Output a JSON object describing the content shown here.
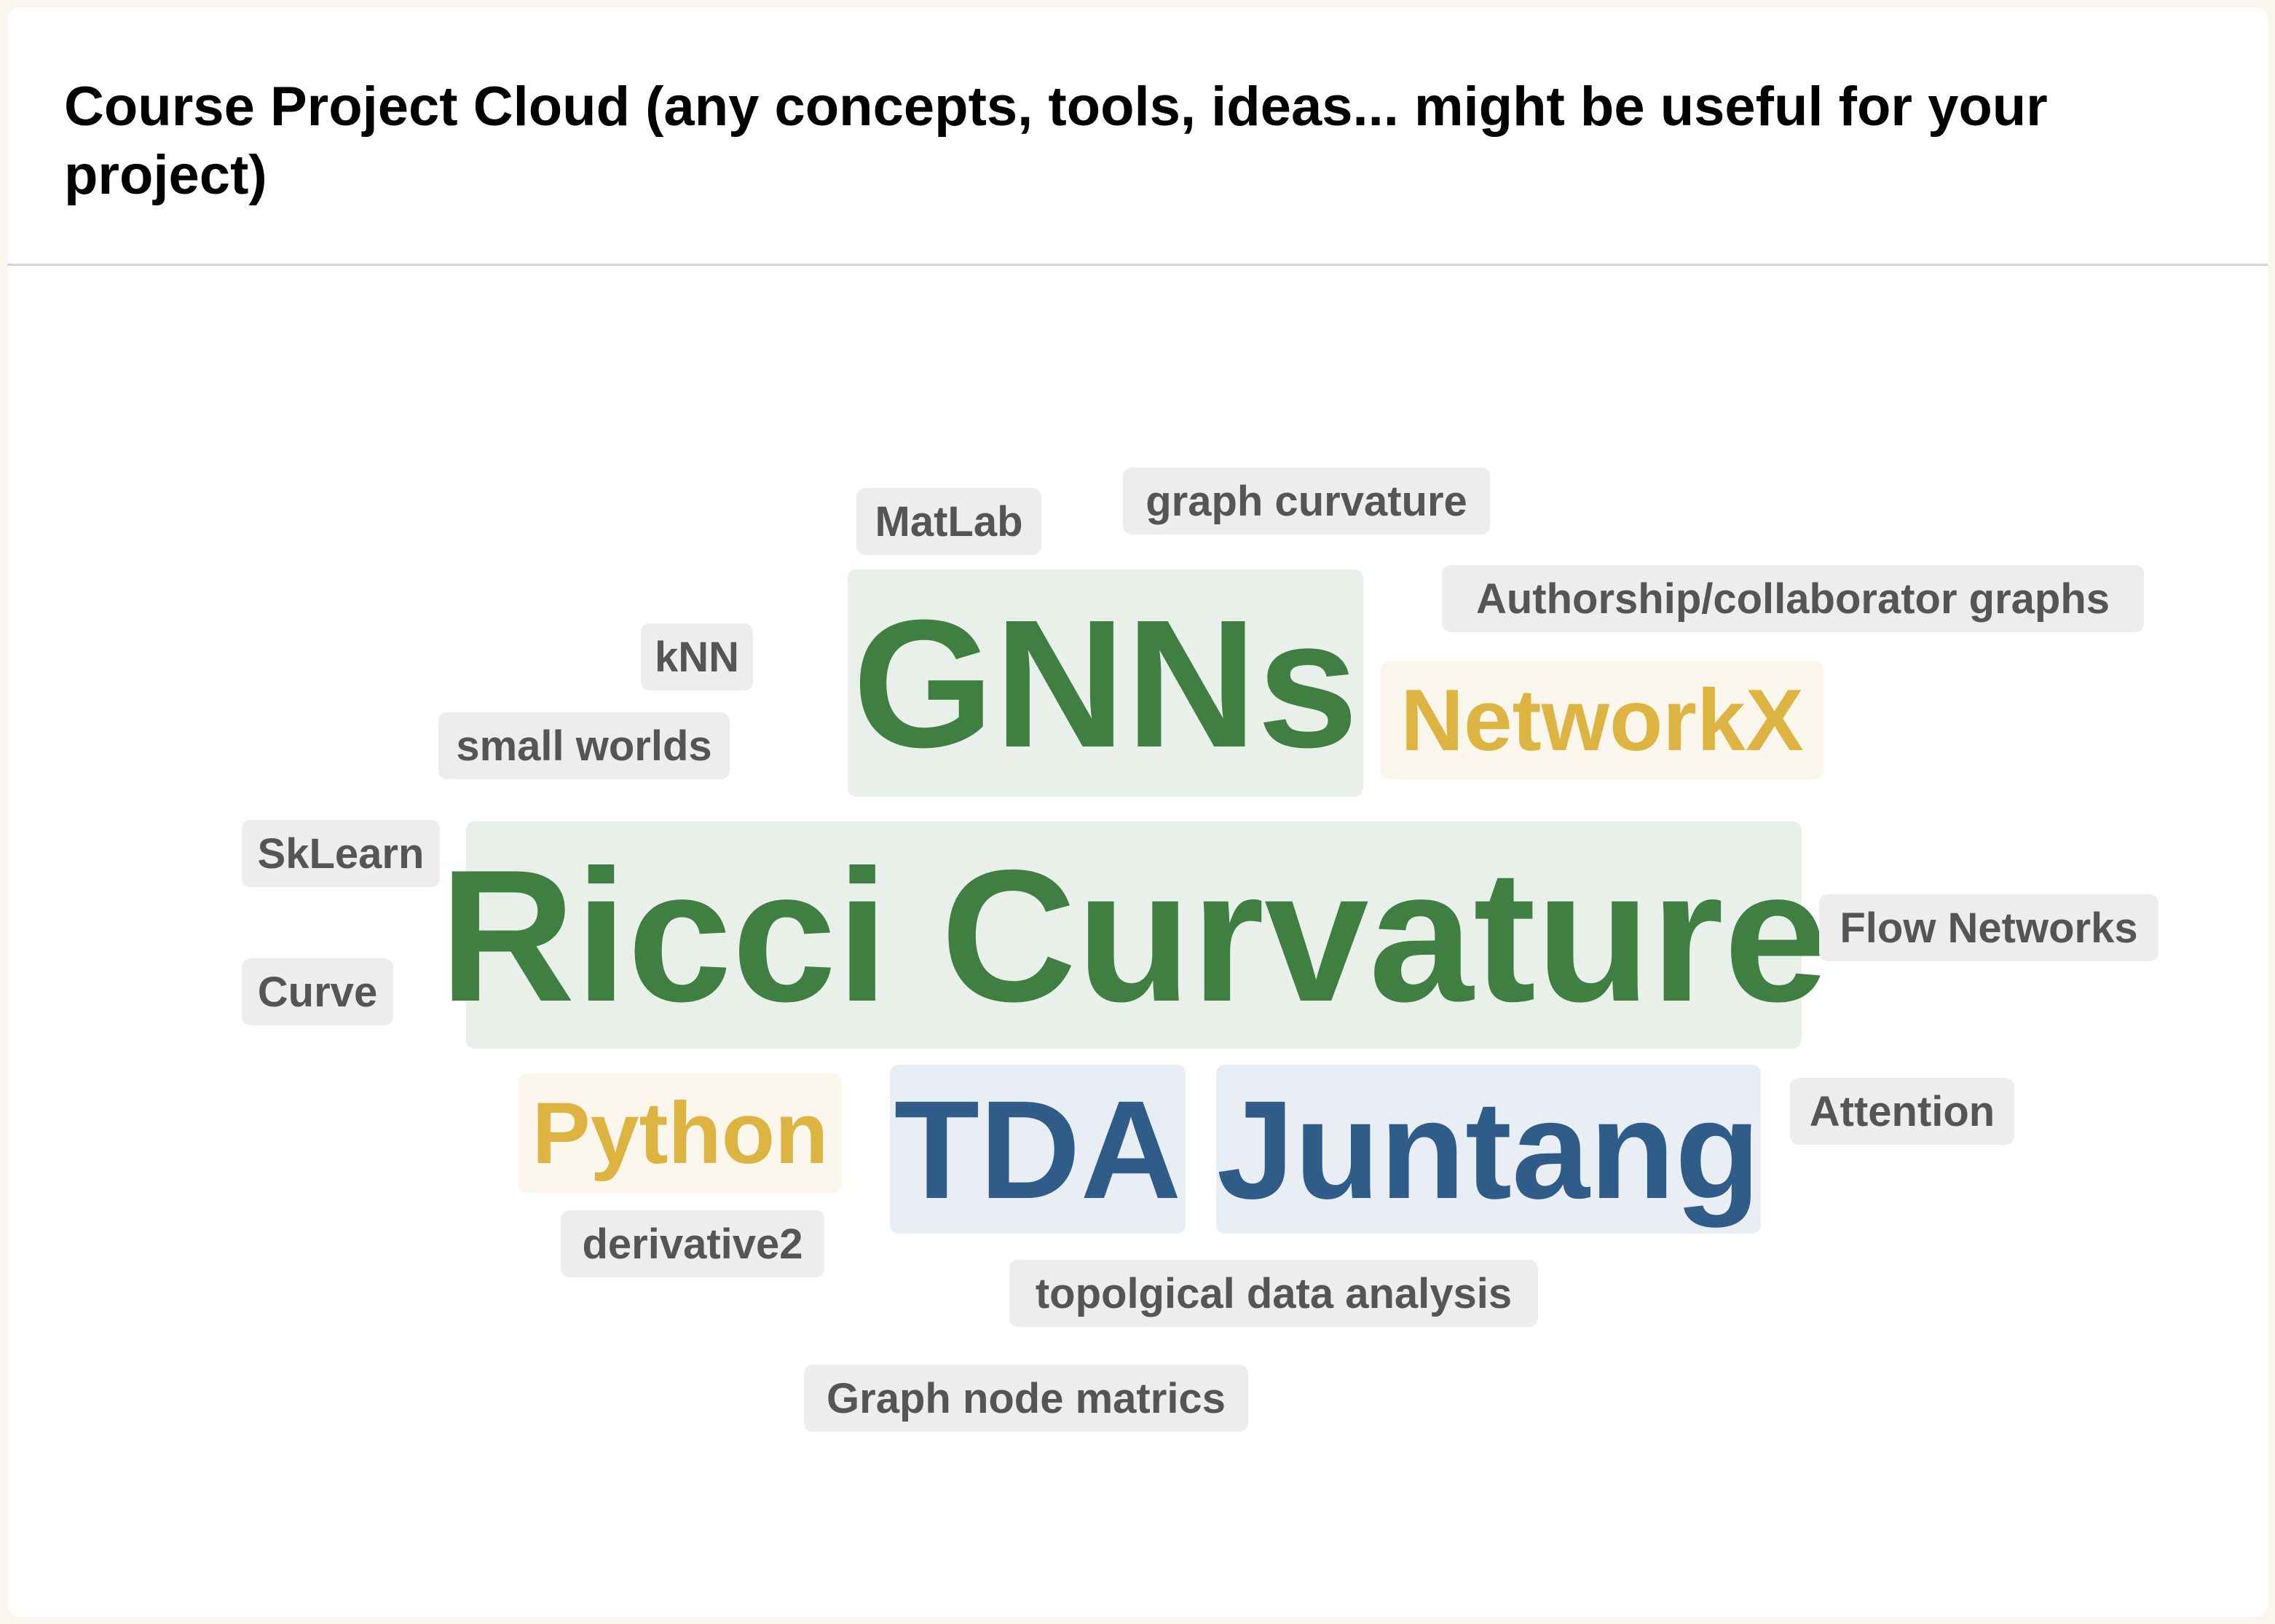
{
  "header": {
    "title": "Course Project Cloud (any concepts, tools, ideas... might be useful for your project)"
  },
  "colors": {
    "green": "#3f7f42",
    "yellow": "#ddb442",
    "blue": "#2f5c88",
    "gray": "#555555"
  },
  "cloud": {
    "matlab": "MatLab",
    "graph_curvature": "graph curvature",
    "authorship": "Authorship/collaborator graphs",
    "knn": "kNN",
    "gnns": "GNNs",
    "networkx": "NetworkX",
    "small_worlds": "small worlds",
    "sklearn": "SkLearn",
    "ricci": "Ricci Curvature",
    "flow_networks": "Flow Networks",
    "curve": "Curve",
    "python": "Python",
    "tda": "TDA",
    "juntang": "Juntang",
    "attention": "Attention",
    "derivative2": "derivative2",
    "topological": "topolgical data analysis",
    "graph_node": "Graph node matrics"
  }
}
